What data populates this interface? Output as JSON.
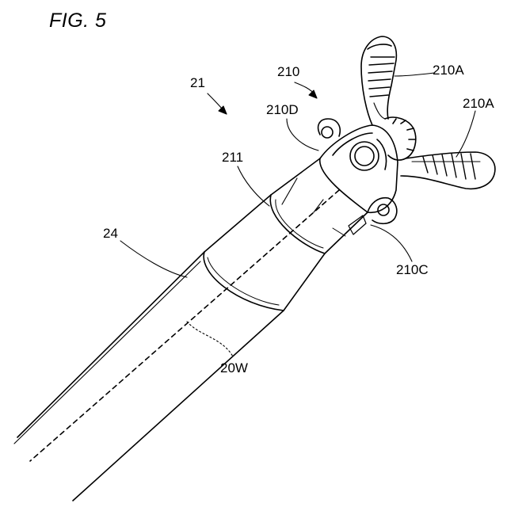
{
  "figure": {
    "title": "FIG. 5"
  },
  "labels": {
    "instrument": "21",
    "forceps": "210",
    "jaw_upper": "210A",
    "jaw_lower": "210A",
    "clevis": "210D",
    "pivot_link": "210C",
    "sheath": "211",
    "shaft": "24",
    "wire": "20W"
  },
  "colors": {
    "ink": "#000000",
    "paper": "#ffffff"
  }
}
